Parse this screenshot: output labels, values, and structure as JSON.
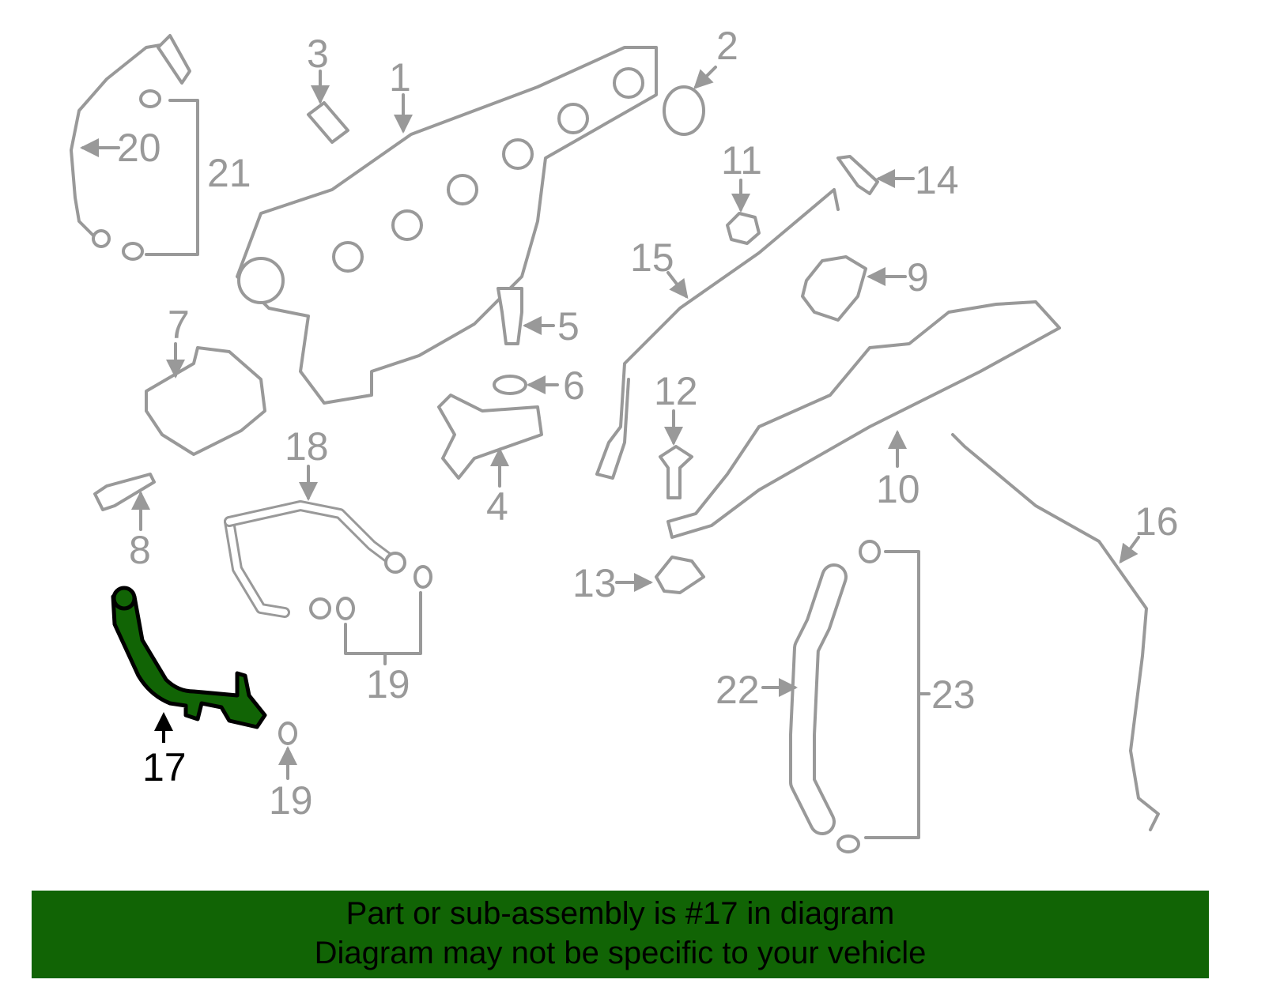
{
  "diagram": {
    "highlight_color": "#116405",
    "line_color": "#999999",
    "highlighted_part": "17",
    "labels": [
      "1",
      "2",
      "3",
      "4",
      "5",
      "6",
      "7",
      "8",
      "9",
      "10",
      "11",
      "12",
      "13",
      "14",
      "15",
      "16",
      "17",
      "18",
      "19",
      "19",
      "20",
      "21",
      "22",
      "23"
    ]
  },
  "banner": {
    "line1": "Part or sub-assembly is #17 in diagram",
    "line2": "Diagram may not be specific to your vehicle"
  }
}
